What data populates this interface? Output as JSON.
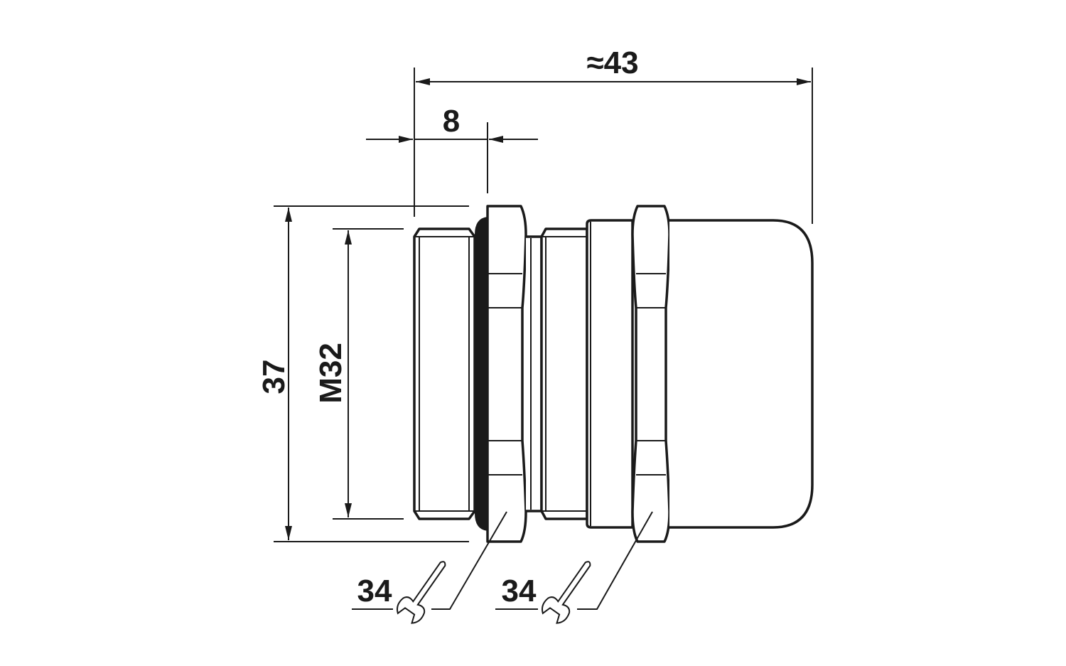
{
  "title": "Cable gland dimension drawing",
  "dimensions": {
    "overall_length": "≈43",
    "thread_length": "8",
    "outer_diameter": "37",
    "thread": "M32",
    "wrench_size_1": "34",
    "wrench_size_2": "34"
  },
  "colors": {
    "line": "#1a1a1a",
    "background": "#ffffff"
  }
}
